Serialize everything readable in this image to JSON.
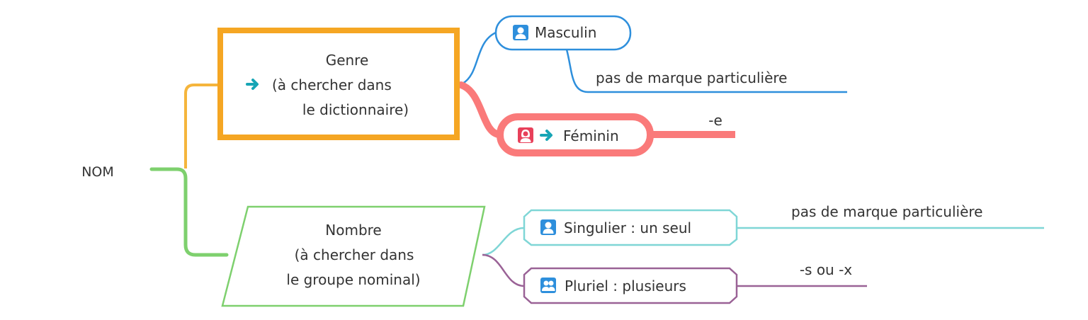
{
  "root": {
    "label": "NOM"
  },
  "genre": {
    "title": "Genre",
    "line2": "(à chercher dans",
    "line3": "le dictionnaire)",
    "color": "#F5A623"
  },
  "masculin": {
    "label": "Masculin",
    "icon": "male-person-icon",
    "color": "#2E8FDC",
    "detail": "pas de marque particulière"
  },
  "feminin": {
    "label": "Féminin",
    "icon": "female-person-icon",
    "color": "#FA7A7A",
    "detail": "-e"
  },
  "nombre": {
    "title": "Nombre",
    "line2": "(à chercher dans",
    "line3": "le groupe nominal)",
    "color": "#7ED06E"
  },
  "singulier": {
    "label": "Singulier : un seul",
    "icon": "single-person-icon",
    "color": "#7FD6D6",
    "detail": "pas de marque particulière"
  },
  "pluriel": {
    "label": "Pluriel : plusieurs",
    "icon": "group-people-icon",
    "color": "#9A6296",
    "detail": "-s ou -x"
  },
  "arrow_icon": {
    "name": "arrow-right-icon",
    "color": "#17A5B5"
  }
}
